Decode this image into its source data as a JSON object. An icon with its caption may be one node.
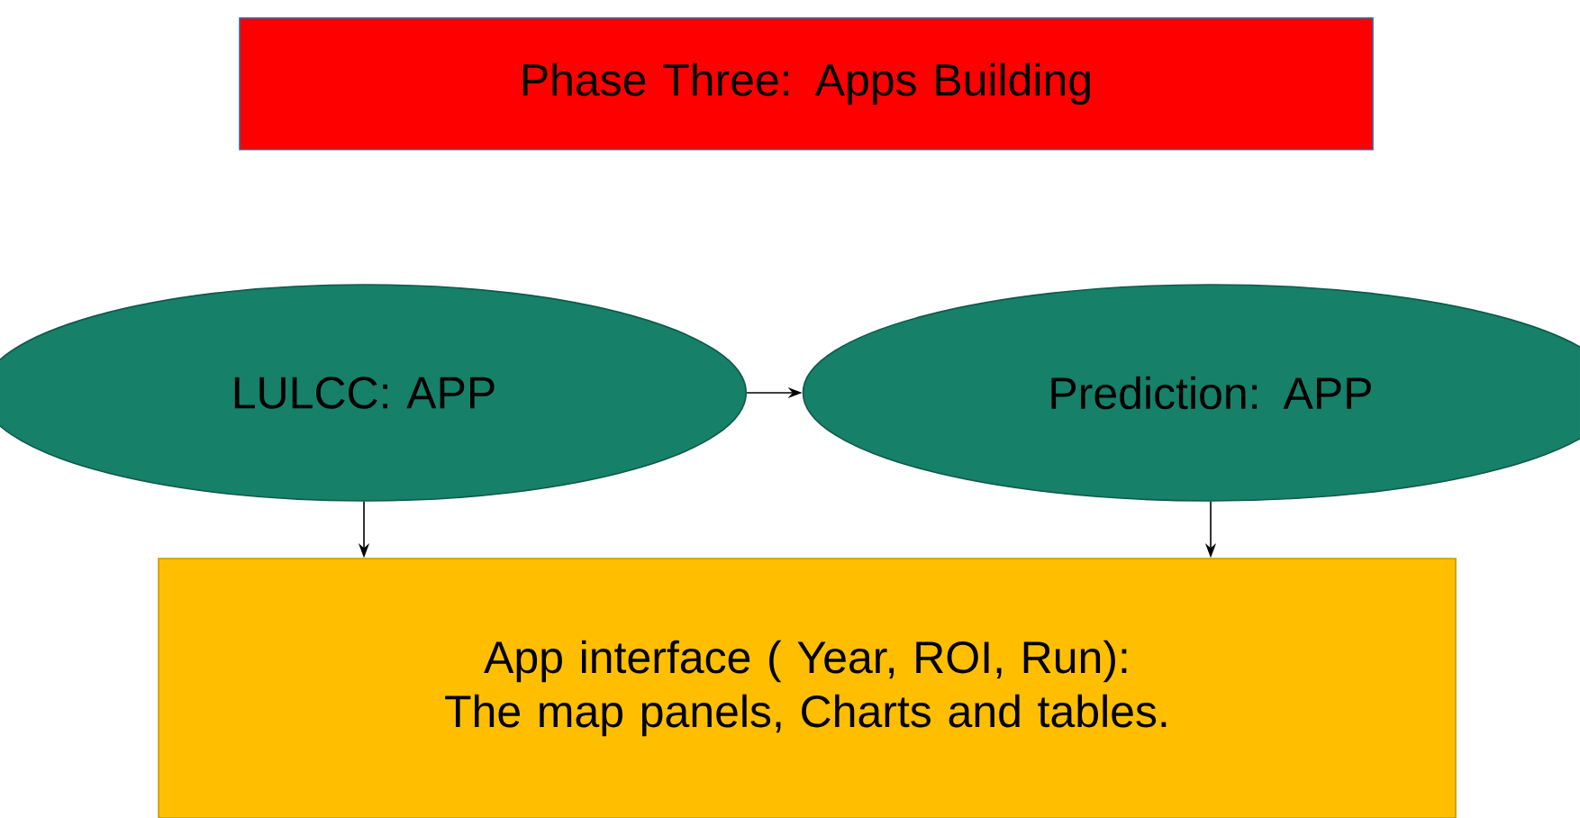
{
  "diagram": {
    "nodes": [
      {
        "text": [
          "Phase Three: Apps Building"
        ]
      },
      {
        "text": [
          "LULCC: APP"
        ]
      },
      {
        "text": [
          "Prediction: APP"
        ]
      },
      {
        "text": [
          "App interface ( Year, ROI, Run): The map panels, Charts and tables."
        ]
      }
    ],
    "edges": [
      {
        "from": 1,
        "to": 2,
        "arrow": "to"
      },
      {
        "from": 1,
        "to": 3,
        "arrow": "to"
      },
      {
        "from": 2,
        "to": 3,
        "arrow": "to"
      }
    ]
  }
}
